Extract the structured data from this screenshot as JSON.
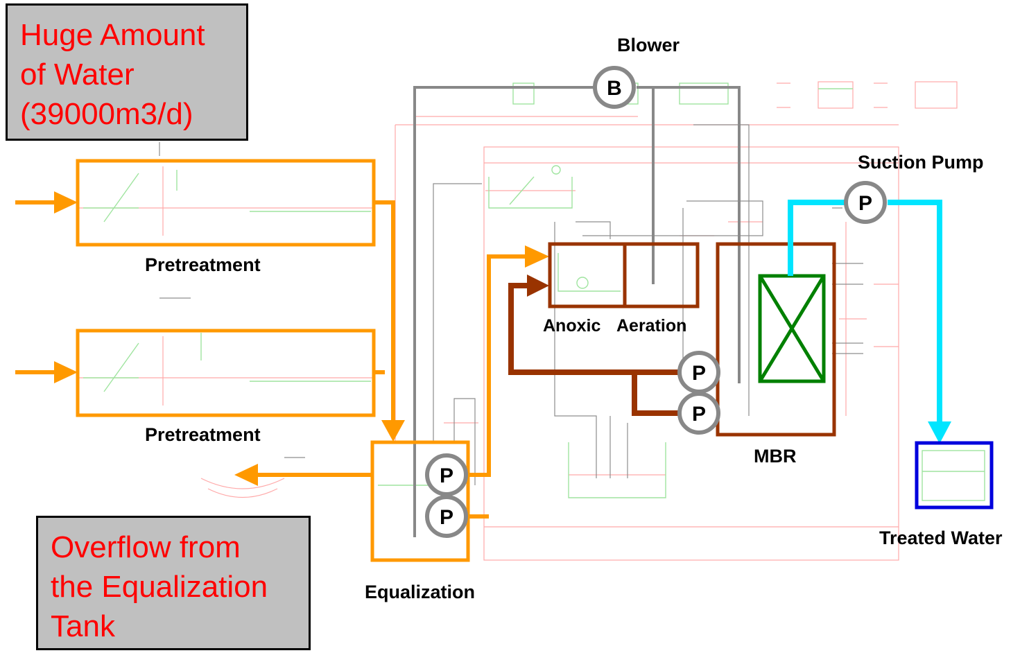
{
  "callouts": {
    "top": [
      "Huge Amount",
      "of Water",
      "(39000m3/d)"
    ],
    "bottom": [
      "Overflow from",
      "the Equalization",
      "Tank"
    ]
  },
  "labels": {
    "blower": "Blower",
    "suction_pump": "Suction Pump",
    "pretreatment_1": "Pretreatment",
    "pretreatment_2": "Pretreatment",
    "anoxic": "Anoxic",
    "aeration": "Aeration",
    "mbr": "MBR",
    "equalization": "Equalization",
    "treated_water": "Treated Water"
  },
  "symbols": {
    "blower": "B",
    "pump": "P"
  },
  "colors": {
    "influent_line": "#ff9900",
    "recirculation_line": "#993300",
    "air_line": "#888888",
    "permeate_line": "#00e5ff",
    "treated_tank": "#0000dd",
    "membrane": "#008000",
    "callout_text": "#ff0000",
    "callout_bg": "#c0c0c0",
    "background_drawing_red": "#ff9a9a",
    "background_drawing_green": "#8fe08f"
  }
}
